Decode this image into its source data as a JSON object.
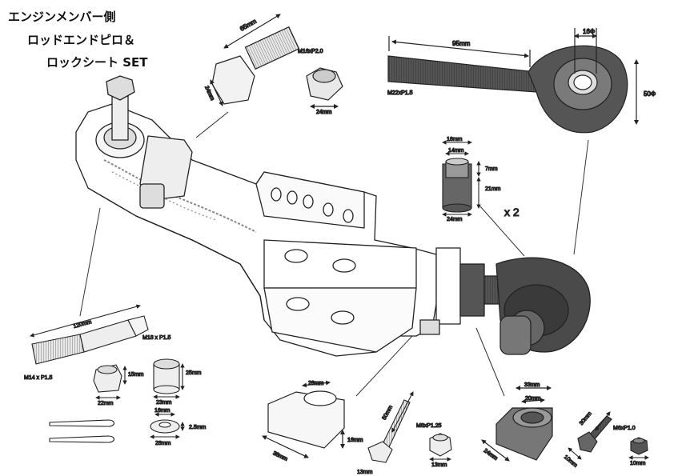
{
  "title": {
    "line1": "エンジンメンバー側",
    "line2": "ロッドエンドピロ＆",
    "line3": "ロックシート SET"
  },
  "parts": {
    "bolt_m16": {
      "length": "65mm",
      "thread": "M16xP2.0",
      "hex": "24mm"
    },
    "nut_m16": {
      "size": "24mm"
    },
    "rod_end": {
      "length": "95mm",
      "bore": "16Φ",
      "outer": "50Φ",
      "thread": "M22xP1.5"
    },
    "spacer": {
      "outer_top": "16mm",
      "inner_top": "14mm",
      "collar": "7mm",
      "height": "21mm",
      "bottom": "24mm",
      "qty": "x 2"
    },
    "stud": {
      "length": "120mm",
      "thread_tip": "M14 x P1.5",
      "thread_end": "M18 x P1.5"
    },
    "castle_nut_small": {
      "height": "15mm",
      "width": "22mm"
    },
    "castle_nut_large": {
      "height": "25mm",
      "width": "23mm"
    },
    "washer": {
      "inner": "16mm",
      "outer": "28mm",
      "thickness": "2.5mm"
    },
    "clamp": {
      "width": "28mm",
      "depth": "38mm",
      "height": "16mm"
    },
    "bolt_m8": {
      "length": "50mm",
      "thread": "M8xP1.25",
      "hex": "13mm"
    },
    "nut_m8": {
      "size": "13mm"
    },
    "lock_collar": {
      "outer": "33mm",
      "inner": "20mm",
      "depth": "24mm"
    },
    "bolt_m6": {
      "length": "30mm",
      "thread": "M6xP1.0",
      "hex": "10mm"
    },
    "nut_m6": {
      "size": "10mm"
    }
  },
  "colors": {
    "line": "#222222",
    "dark_part": "#555555",
    "mid_part": "#8a8a8a",
    "light_part": "#eeeeee"
  }
}
